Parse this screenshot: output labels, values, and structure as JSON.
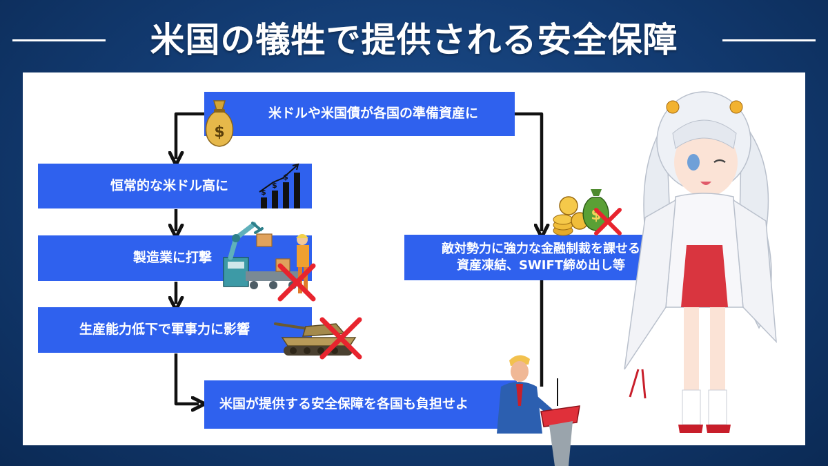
{
  "title": "米国の犠牲で提供される安全保障",
  "colors": {
    "box": "#2f61ee",
    "arrow": "#111111",
    "background": "#123a70"
  },
  "boxes": {
    "reserve": "米ドルや米国債が各国の準備資産に",
    "strong_dollar": "恒常的な米ドル高に",
    "manufacturing": "製造業に打撃",
    "military": "生産能力低下で軍事力に影響",
    "sanctions_line1": "敵対勢力に強力な金融制裁を課せる",
    "sanctions_line2": "資産凍結、SWIFT締め出し等",
    "burden": "米国が提供する安全保障を各国も負担せよ"
  },
  "icons": {
    "money_bag": "$",
    "chart_dollar_1": "$",
    "chart_dollar_2": "$",
    "chart_dollar_3": "$",
    "coins_bag": "$"
  }
}
